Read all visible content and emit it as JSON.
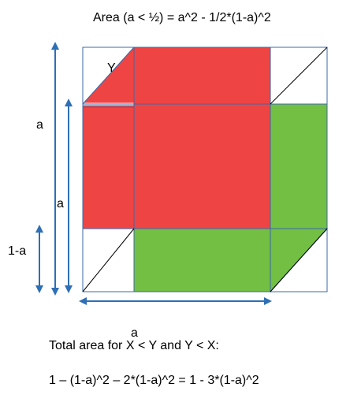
{
  "title": "Area (a < ½) = a^2 - 1/2*(1-a)^2",
  "labels": {
    "y": "Y",
    "a_left_outer": "a",
    "a_left_inner": "a",
    "one_minus_a": "1-a",
    "a_bottom": "a"
  },
  "footer": {
    "line1": "Total area for X < Y and Y < X:",
    "line2": "1 – (1-a)^2 – 2*(1-a)^2 = 1 - 3*(1-a)^2"
  },
  "colors": {
    "red": "#EF4444",
    "green": "#73BF44",
    "arrow": "#2E6FB5",
    "grid": "#3B6AA8"
  }
}
